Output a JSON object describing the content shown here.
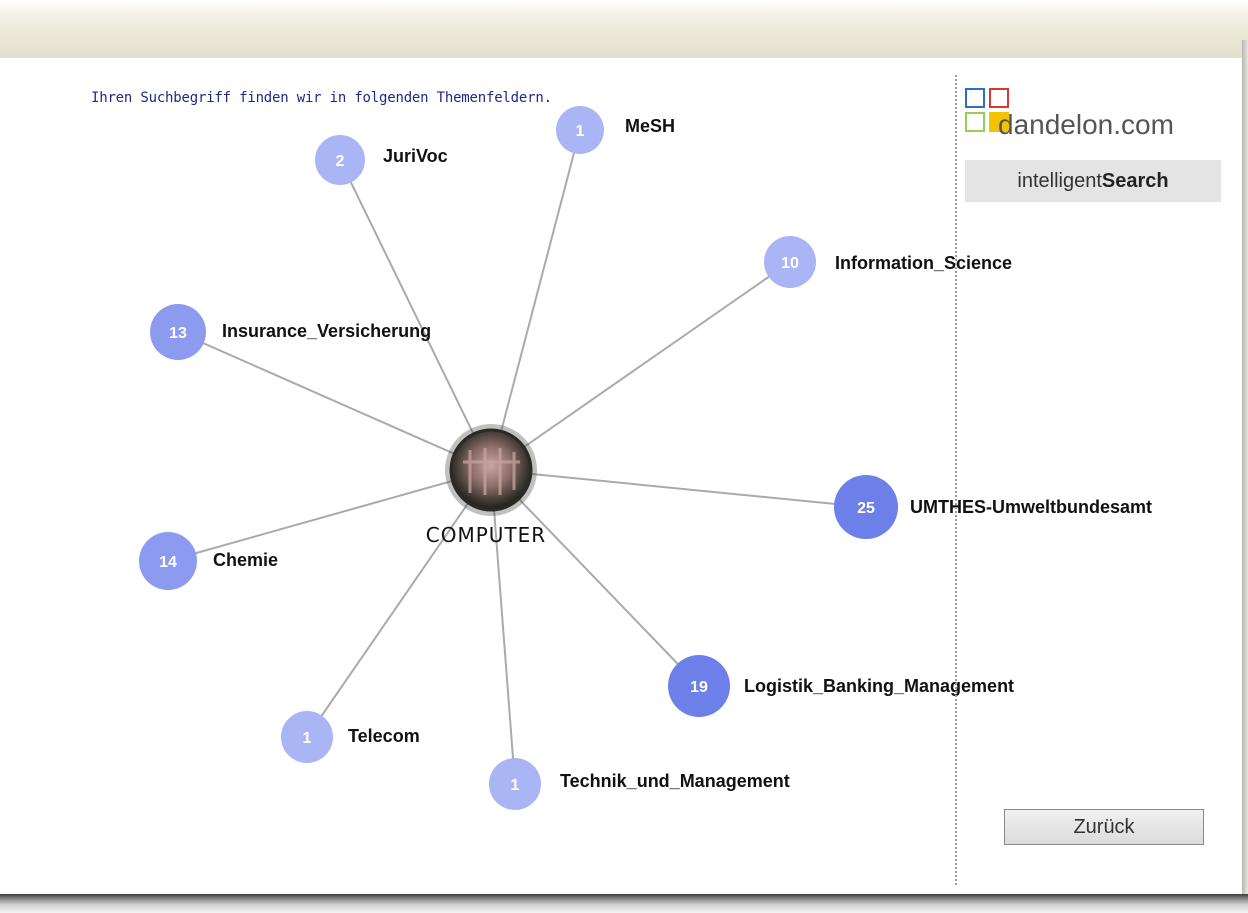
{
  "intro_text": "Ihren Suchbegriff finden wir in folgenden Themenfeldern.",
  "logo": {
    "brand": "dandelon.com",
    "tagline_light": "intelligent",
    "tagline_bold": "Search"
  },
  "back_button": "Zurück",
  "center": {
    "label": "COMPUTER"
  },
  "topics": [
    {
      "label": "MeSH",
      "count": "1",
      "shade": "light"
    },
    {
      "label": "JuriVoc",
      "count": "2",
      "shade": "light"
    },
    {
      "label": "Information_Science",
      "count": "10",
      "shade": "light"
    },
    {
      "label": "Insurance_Versicherung",
      "count": "13",
      "shade": "mid"
    },
    {
      "label": "UMTHES-Umweltbundesamt",
      "count": "25",
      "shade": "dark"
    },
    {
      "label": "Chemie",
      "count": "14",
      "shade": "mid"
    },
    {
      "label": "Logistik_Banking_Management",
      "count": "19",
      "shade": "dark"
    },
    {
      "label": "Telecom",
      "count": "1",
      "shade": "light"
    },
    {
      "label": "Technik_und_Management",
      "count": "1",
      "shade": "light"
    }
  ],
  "colors": {
    "light": "#aab5f5",
    "mid": "#8c9bef",
    "dark": "#6d7fe8",
    "edge": "#aaaaaa",
    "intro": "#1a2a8a"
  }
}
